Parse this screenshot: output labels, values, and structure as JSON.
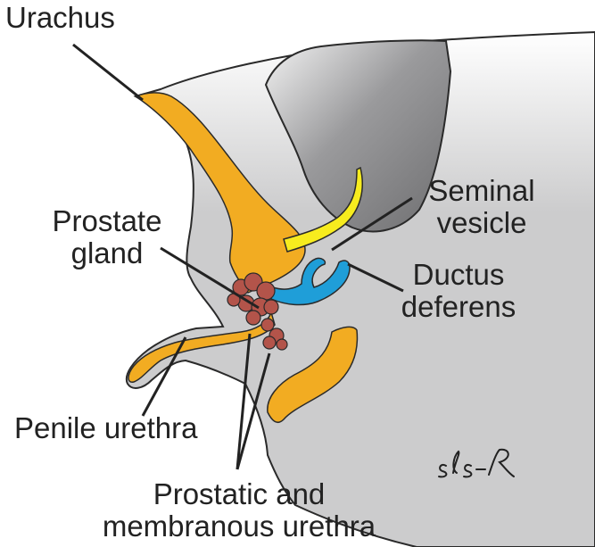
{
  "labels": {
    "urachus": "Urachus",
    "seminal_vesicle": [
      "Seminal",
      "vesicle"
    ],
    "prostate_gland": [
      "Prostate",
      "gland"
    ],
    "ductus_deferens": [
      "Ductus",
      "deferens"
    ],
    "penile_urethra": "Penile urethra",
    "prostatic_membranous_urethra": [
      "Prostatic and",
      "membranous urethra"
    ]
  },
  "signature": "sls-R",
  "colors": {
    "tissue": "#cccccd",
    "outline": "#2a2a2a",
    "urogenital_sinus": "#f2ac22",
    "seminal_vesicle": "#f7ec1e",
    "ductus_deferens": "#1f9ed8",
    "prostate": "#b3544a"
  }
}
